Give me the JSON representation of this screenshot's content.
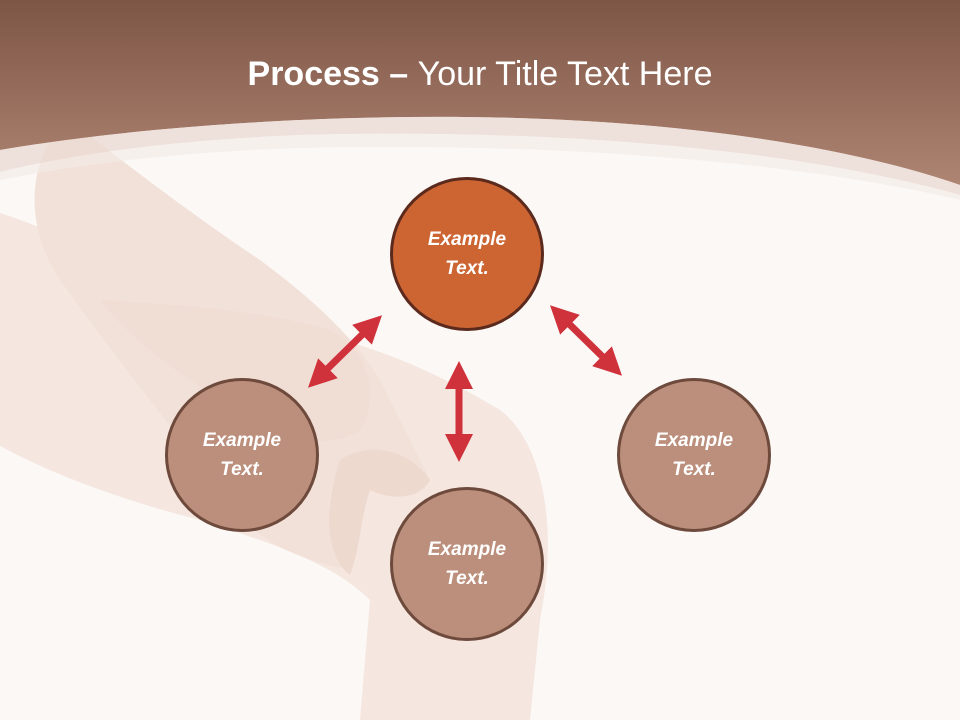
{
  "title": {
    "bold": "Process",
    "separator": " – ",
    "rest": "Your Title Text Here"
  },
  "nodes": {
    "top": "Example Text.",
    "left": "Example Text.",
    "bottom": "Example Text.",
    "right": "Example Text."
  },
  "colors": {
    "header": "#a97a66",
    "header_dark": "#7f5747",
    "main_node": "#cd6533",
    "node": "#bc8f7c",
    "arrow": "#d0323c"
  }
}
